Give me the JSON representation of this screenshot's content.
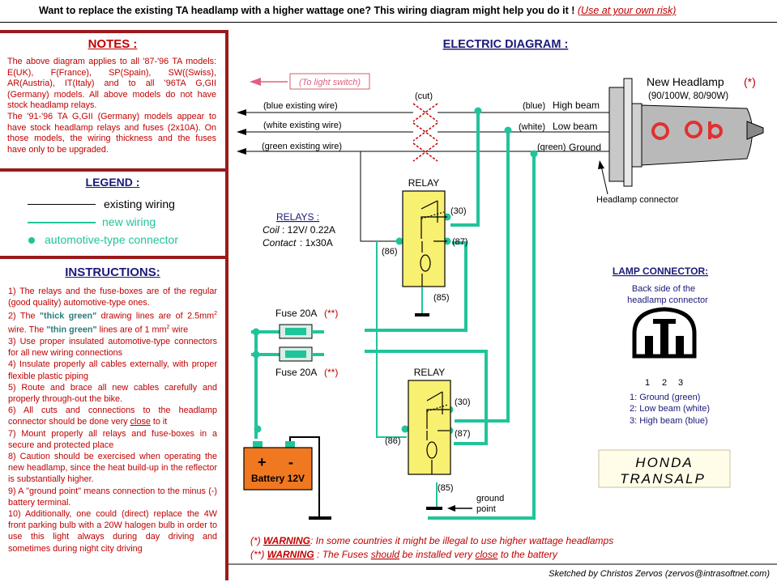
{
  "header": {
    "main": "Want to replace the existing TA headlamp with a higher wattage one?    This wiring diagram might help you do it !",
    "risk": "(Use at your own  risk)"
  },
  "notes": {
    "title": "NOTES :",
    "p1": "The above diagram applies to all '87-'96 TA models: E(UK), F(France), SP(Spain), SW((Swiss), AR(Austria), IT(Italy) and to all '96TA G,GII (Germany) models. All above models do not have stock headlamp relays.",
    "p2": "The '91-'96 TA G,GII (Germany) models appear to have stock headlamp relays and fuses (2x10A). On those models, the wiring thickness and the fuses have only to be upgraded."
  },
  "legend": {
    "title": "LEGEND :",
    "existing": "existing wiring",
    "new": "new  wiring",
    "connector": "automotive-type connector"
  },
  "instructions": {
    "title": "INSTRUCTIONS:",
    "i1": "1)   The relays and the fuse-boxes are of the regular (good quality) automotive-type ones.",
    "i2a": "2)   The ",
    "i2b": "\"thick green\"",
    "i2c": "  drawing lines are of 2.5mm",
    "i2d": "2",
    "i2e": "  wire. The ",
    "i2f": "\"thin green\"",
    "i2g": " lines are of 1 mm",
    "i2h": "2",
    "i2i": " wire",
    "i3": "3)   Use  proper  insulated  automotive-type connectors for all  new  wiring connections",
    "i4": "4)   Insulate properly all cables externally, with proper  flexible plastic piping",
    "i5": "5)   Route and brace all  new cables carefully and properly  through-out the bike.",
    "i6a": "6)   All cuts and connections to the headlamp connector should be done very ",
    "i6b": "close",
    "i6c": " to it",
    "i7": "7)   Mount properly all  relays and  fuse-boxes in a secure and protected place",
    "i8": "8)  Caution should be exercised when operating the new headlamp, since the heat build-up in the reflector is substantially  higher.",
    "i9": "9)   A  \"ground point\" means connection to the minus (-) battery  terminal.",
    "i10": "10) Additionally, one could (direct) replace the 4W front parking bulb with a 20W halogen bulb  in  order  to  use  this  light  always during  day driving and  sometimes during  night city driving"
  },
  "diagram": {
    "title": "ELECTRIC DIAGRAM :",
    "to_light_switch": "(To light switch)",
    "cut": "(cut)",
    "wire_blue_existing": "(blue existing wire)",
    "wire_white_existing": "(white existing wire)",
    "wire_green_existing": "(green existing wire)",
    "lamp_blue": "(blue)",
    "lamp_high": "High beam",
    "lamp_white": "(white)",
    "lamp_low": "Low beam",
    "lamp_green": "(green)",
    "lamp_ground": "Ground",
    "new_headlamp": "New Headlamp",
    "asterisk": "(*)",
    "wattage": "(90/100W, 80/90W)",
    "headlamp_connector": "Headlamp connector",
    "relay_label": "RELAY",
    "pin30": "(30)",
    "pin87": "(87)",
    "pin86": "(86)",
    "pin85": "(85)",
    "relays_title": "RELAYS  :",
    "coil_label": "Coil",
    "coil_val": ": 12V/ 0.22A",
    "contact_label": "Contact",
    "contact_val": ": 1x30A",
    "fuse": "Fuse 20A",
    "fuse_mark": "(**)",
    "battery_plus": "+",
    "battery_minus": "-",
    "battery_label": "Battery 12V",
    "ground_point_1": "ground",
    "ground_point_2": "point"
  },
  "lamp_connector": {
    "title": "LAMP CONNECTOR:",
    "sub1": "Back side of the",
    "sub2": "headlamp connector",
    "pins": [
      "1",
      "2",
      "3"
    ],
    "p1": "1: Ground (green)",
    "p2": "2: Low beam (white)",
    "p3": "3: High beam (blue)"
  },
  "logo": {
    "line1": "HONDA",
    "line2": "TRANSALP"
  },
  "warnings": {
    "w1_mark": "(*)",
    "w1_label": "WARNING",
    "w1_text": ": In some countries it might be illegal to use higher wattage headlamps",
    "w2_mark": "(**)",
    "w2_label": "WARNING",
    "w2_text_a": " : The Fuses ",
    "w2_should": "should",
    "w2_text_b": " be installed very ",
    "w2_close": "close",
    "w2_text_c": " to the battery"
  },
  "footer": "Sketched by Christos Zervos (zervos@intrasoftnet.com)",
  "colors": {
    "green": "#20c49a",
    "red": "#c00000",
    "navy": "#1a1a7a",
    "battery": "#f07820",
    "relay": "#f8f070"
  }
}
